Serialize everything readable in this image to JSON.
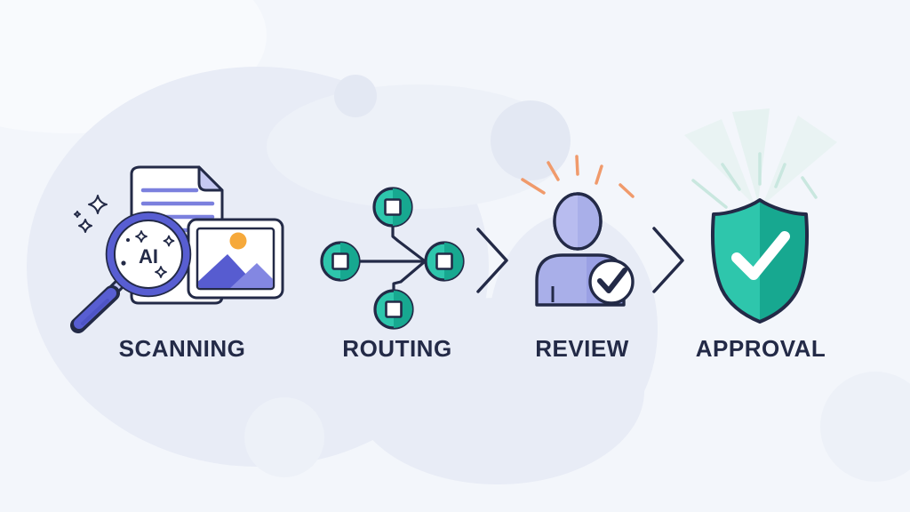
{
  "diagram": {
    "steps": [
      {
        "label": "SCANNING",
        "icon": "ai-document-scan-icon"
      },
      {
        "label": "ROUTING",
        "icon": "network-routing-icon"
      },
      {
        "label": "REVIEW",
        "icon": "person-check-icon"
      },
      {
        "label": "APPROVAL",
        "icon": "shield-check-icon"
      }
    ],
    "magnifier_badge": "AI",
    "connector_icon": "chevron-right-icon"
  },
  "colors": {
    "bg": "#f3f6fb",
    "blob": "#e8ecf6",
    "blobSoft": "#edf1f8",
    "circleBlob": "#e3e8f3",
    "cornerLight": "#f8fafd",
    "ink": "#232a47",
    "indigo": "#585ed2",
    "indigoDark": "#4b50c2",
    "lavender": "#a9afe9",
    "lavenderLight": "#c6c9f2",
    "lavenderPale": "#b8bcef",
    "lavenderDark": "#9aa0e4",
    "lineIndigo": "#7b80de",
    "mountainDark": "#575cd0",
    "mountainLight": "#8387e2",
    "teal": "#2ec6ac",
    "tealDark": "#17a890",
    "mint": "#c9e7df",
    "mintGlow": "#e0f1ec",
    "orange": "#f09a6b",
    "sun": "#f6a93b",
    "paper": "#ffffff"
  }
}
